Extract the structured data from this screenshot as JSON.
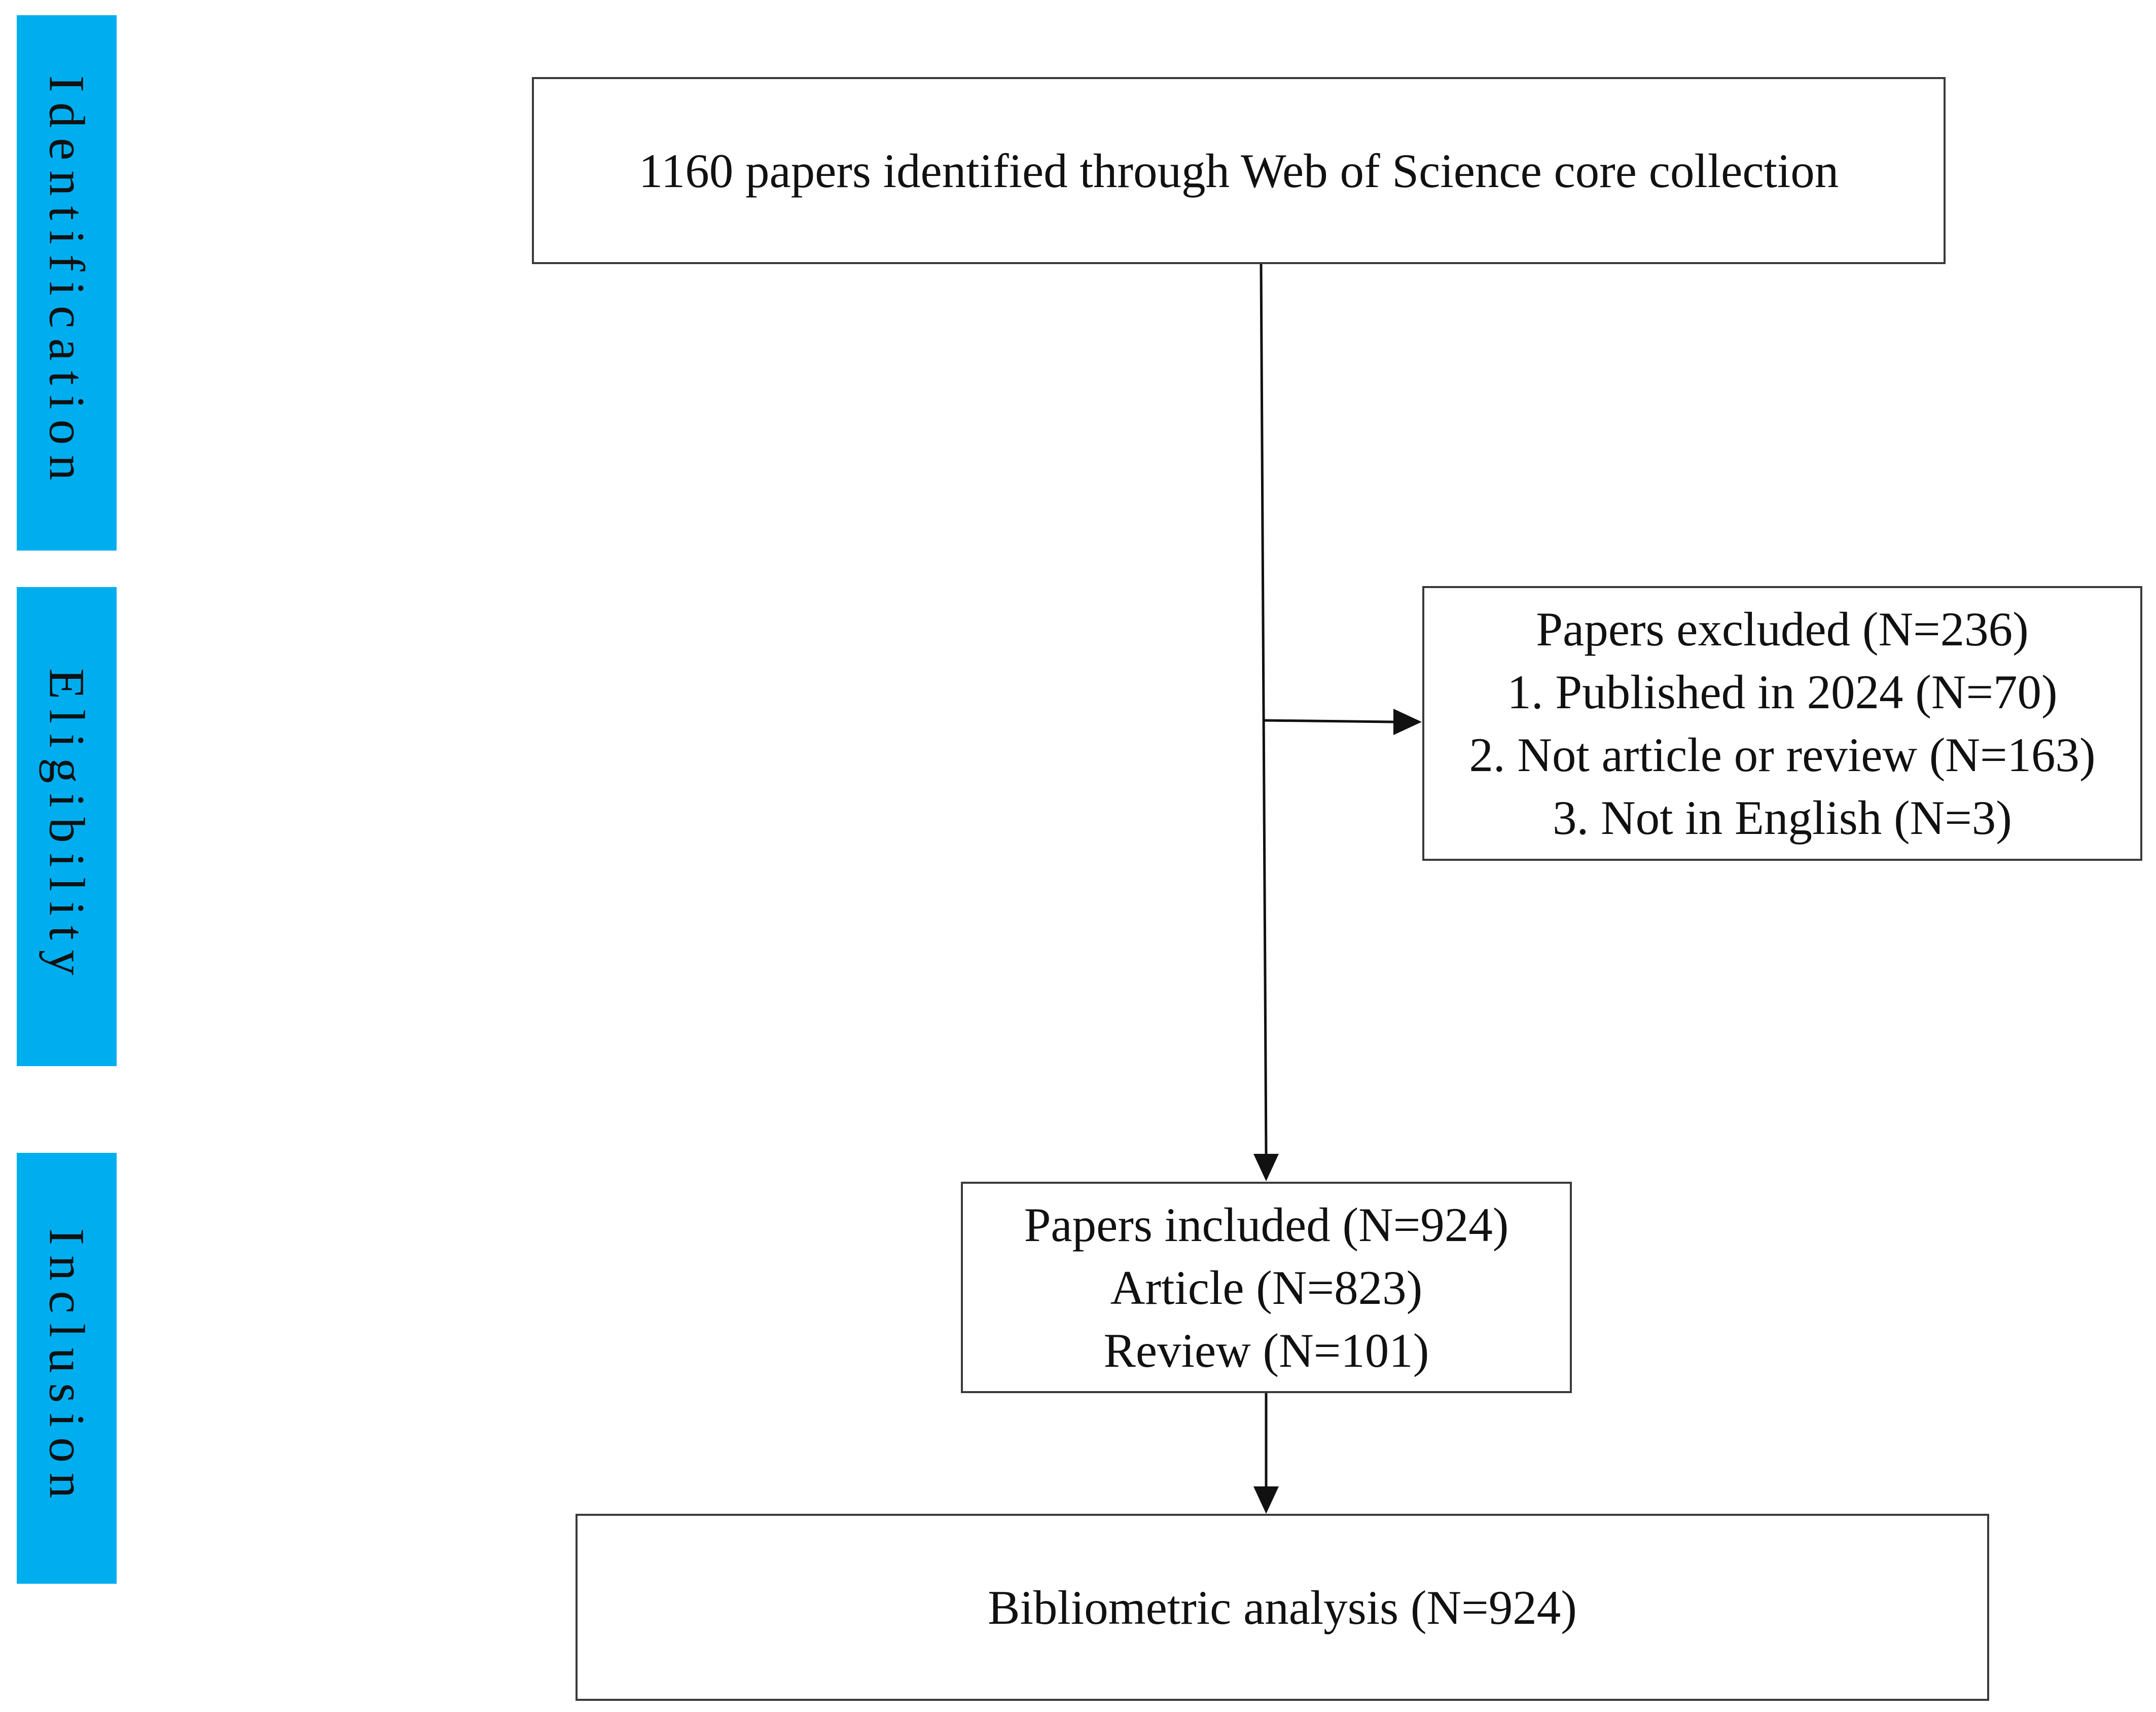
{
  "stages": [
    {
      "id": "identification",
      "label": "Identification"
    },
    {
      "id": "eligibility",
      "label": "Eligibility"
    },
    {
      "id": "inclusion",
      "label": "Inclusion"
    }
  ],
  "boxes": {
    "identified": {
      "text": "1160 papers identified through Web of Science core collection"
    },
    "excluded": {
      "title": "Papers excluded (N=236)",
      "reasons": [
        "1. Published in 2024 (N=70)",
        "2. Not article or review (N=163)",
        "3. Not in English (N=3)"
      ]
    },
    "included": {
      "title": "Papers included (N=924)",
      "lines": [
        "Article (N=823)",
        "Review (N=101)"
      ]
    },
    "analysis": {
      "text": "Bibliometric analysis (N=924)"
    }
  },
  "colors": {
    "stage_bar": "#00AEEF",
    "box_border": "#3a3a3a",
    "arrow": "#111111"
  }
}
